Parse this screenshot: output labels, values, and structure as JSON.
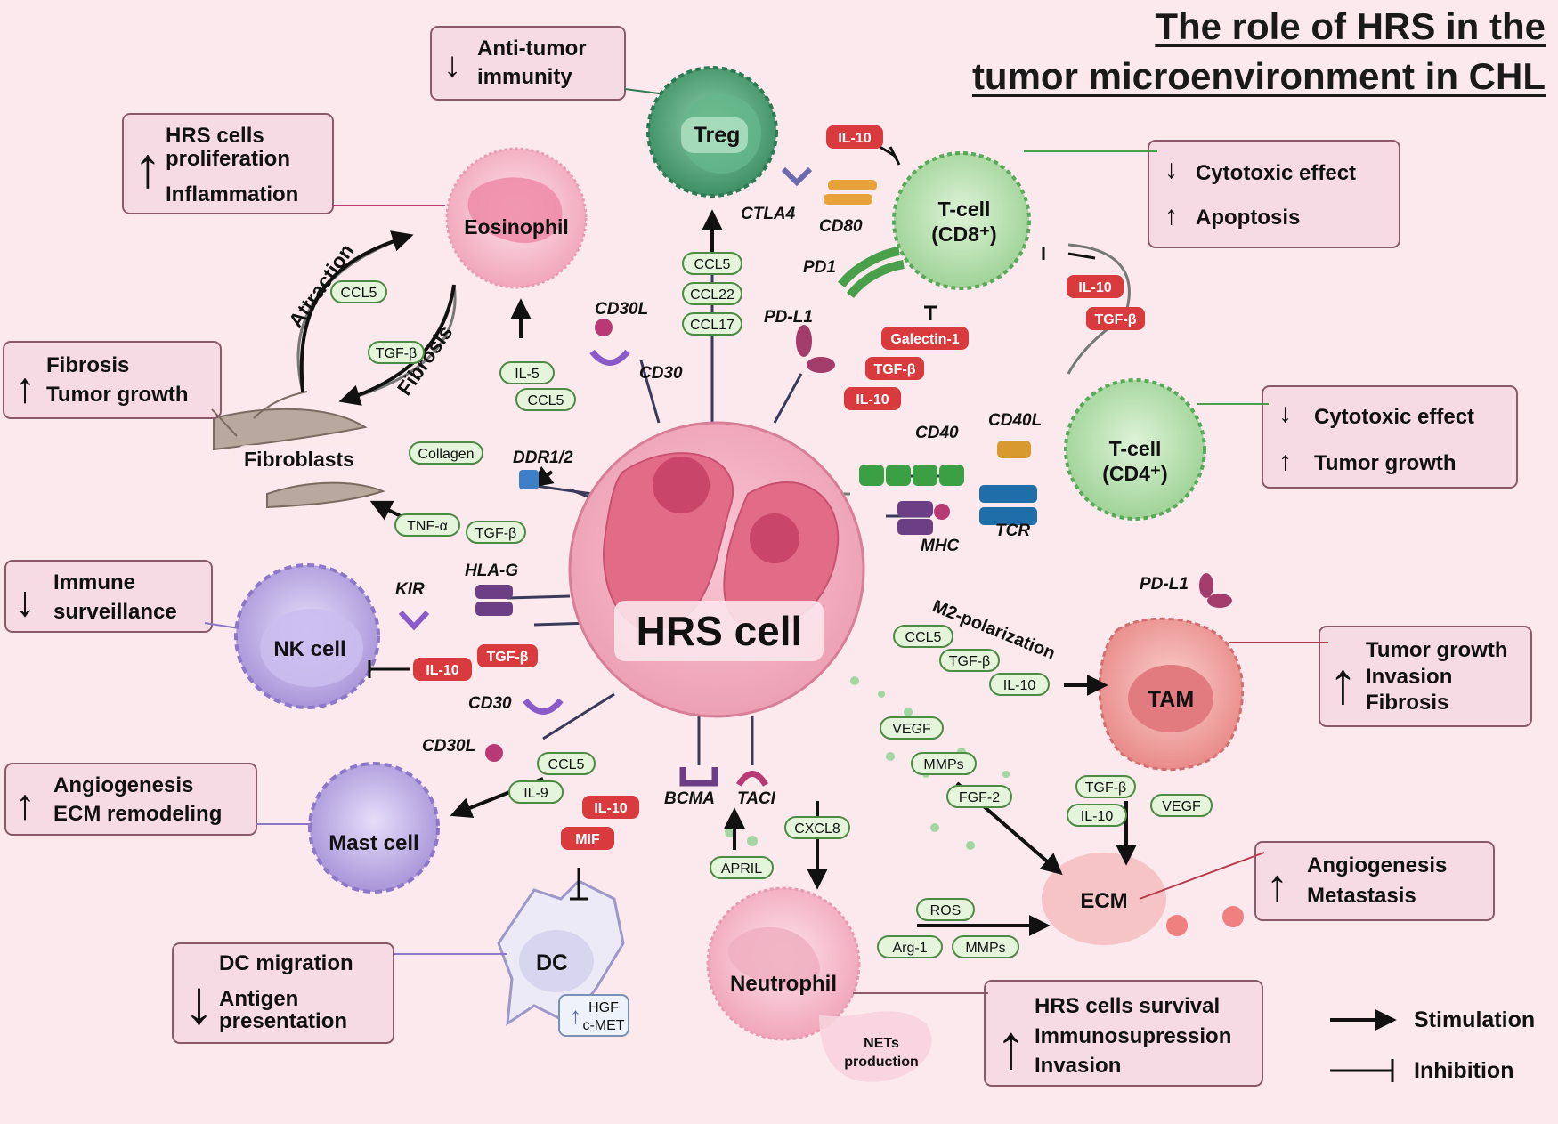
{
  "title": {
    "line1": "The role of HRS in the",
    "line2": "tumor microenvironment in CHL"
  },
  "cells": {
    "hrs": "HRS cell",
    "treg": "Treg",
    "cd8_line1": "T-cell",
    "cd8_line2": "(CD8⁺)",
    "cd4_line1": "T-cell",
    "cd4_line2": "(CD4⁺)",
    "eosinophil": "Eosinophil",
    "fibroblasts": "Fibroblasts",
    "nk": "NK cell",
    "mast": "Mast cell",
    "dc": "DC",
    "neutrophil": "Neutrophil",
    "tam": "TAM",
    "ecm": "ECM"
  },
  "effect_boxes": {
    "anti_tumor": {
      "arrow": "down",
      "line1": "Anti-tumor",
      "line2": "immunity"
    },
    "hrs_prolif": {
      "arrow": "up",
      "line1": "HRS cells",
      "line2": "proliferation",
      "line3": "Inflammation"
    },
    "fibrosis": {
      "arrow": "up",
      "line1": "Fibrosis",
      "line2": "Tumor growth"
    },
    "immune_surv": {
      "arrow": "down",
      "line1": "Immune",
      "line2": "surveillance"
    },
    "angio_ecm": {
      "arrow": "up",
      "line1": "Angiogenesis",
      "line2": "ECM remodeling"
    },
    "dc_mig": {
      "arrow": "down",
      "line1": "DC migration",
      "line2": "Antigen",
      "line3": "presentation"
    },
    "cd8_effect": {
      "line1": "Cytotoxic effect",
      "line2": "Apoptosis"
    },
    "cd4_effect": {
      "line1": "Cytotoxic effect",
      "line2": "Tumor growth"
    },
    "tam_effect": {
      "arrow": "up",
      "line1": "Tumor growth",
      "line2": "Invasion",
      "line3": "Fibrosis"
    },
    "ecm_effect": {
      "arrow": "up",
      "line1": "Angiogenesis",
      "line2": "Metastasis"
    },
    "neut_effect": {
      "arrow": "up",
      "line1": "HRS cells survival",
      "line2": "Immunosupression",
      "line3": "Invasion"
    }
  },
  "stim_pills": {
    "ccl5_treg": "CCL5",
    "ccl22": "CCL22",
    "ccl17": "CCL17",
    "ccl5_attr": "CCL5",
    "tgfb_fib": "TGF-β",
    "il5": "IL-5",
    "ccl5_eos": "CCL5",
    "collagen": "Collagen",
    "tnfa": "TNF-α",
    "tgfb_fib2": "TGF-β",
    "ccl5_mast": "CCL5",
    "il9": "IL-9",
    "april": "APRIL",
    "cxcl8": "CXCL8",
    "ccl5_tam": "CCL5",
    "tgfb_tam": "TGF-β",
    "il10_tam": "IL-10",
    "vegf": "VEGF",
    "mmps": "MMPs",
    "fgf2": "FGF-2",
    "tgfb_ecm": "TGF-β",
    "il10_ecm": "IL-10",
    "vegf_ecm": "VEGF",
    "ros": "ROS",
    "arg1": "Arg-1",
    "mmps_neut": "MMPs",
    "hgf": "HGF",
    "cmet": "c-MET"
  },
  "inhib_pills": {
    "il10_treg": "IL-10",
    "galectin": "Galectin-1",
    "tgfb_cd8": "TGF-β",
    "il10_cd8": "IL-10",
    "il10_cd4": "IL-10",
    "tgfb_cd4": "TGF-β",
    "tgfb_nk": "TGF-β",
    "il10_nk": "IL-10",
    "il10_dc": "IL-10",
    "mif": "MIF"
  },
  "receptors": {
    "ctla4": "CTLA4",
    "cd80": "CD80",
    "pd1": "PD1",
    "pdl1": "PD-L1",
    "cd30l": "CD30L",
    "cd30": "CD30",
    "ddr": "DDR1/2",
    "cd40": "CD40",
    "cd40l": "CD40L",
    "mhc": "MHC",
    "tcr": "TCR",
    "kir": "KIR",
    "hlag": "HLA-G",
    "cd30_mast": "CD30",
    "cd30l_mast": "CD30L",
    "bcma": "BCMA",
    "taci": "TACI",
    "pdl1_tam": "PD-L1"
  },
  "process_labels": {
    "attraction": "Attraction",
    "fibrosis_arc": "Fibrosis",
    "m2": "M2-polarization",
    "nets_line1": "NETs",
    "nets_line2": "production"
  },
  "legend": {
    "stimulation": "Stimulation",
    "inhibition": "Inhibition"
  },
  "colors": {
    "background": "#fbe9ee",
    "box_fill": "#f7dbe4",
    "box_border": "#8a5a6a",
    "stim_fill": "#e4f5dc",
    "stim_border": "#4d8a43",
    "inhib_fill": "#d83a3e",
    "hrs_body": "#f2a9bc",
    "hrs_nucleus": "#e0617f",
    "t_cell_green": "#a6dba0",
    "treg_green": "#3f9a6e",
    "purple_cell": "#b9a6e0",
    "tam_red": "#ef9a9a"
  }
}
